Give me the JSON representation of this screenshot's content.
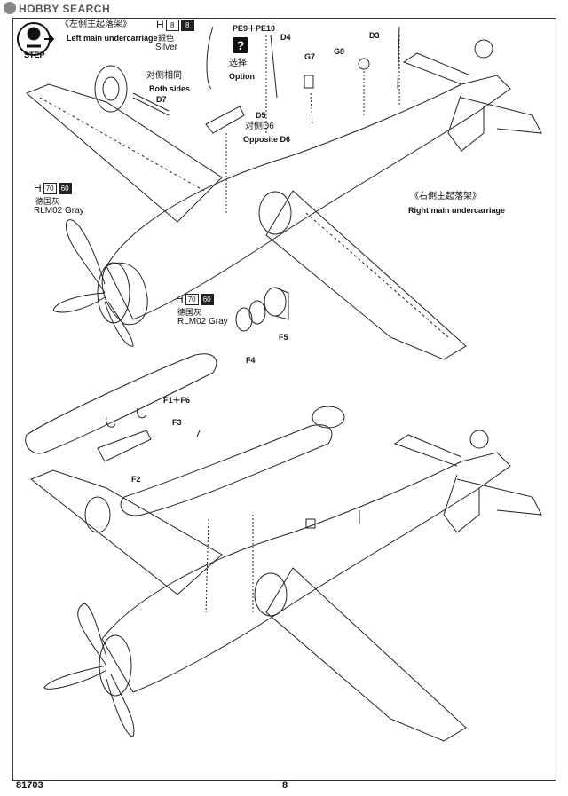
{
  "watermark": "HOBBY SEARCH",
  "step": {
    "label": "STEP",
    "icon": "step-badge-icon"
  },
  "callouts": {
    "left_uc_cn": "《左側主起落架》",
    "left_uc_en": "Left main undercarriage",
    "right_uc_cn": "《右側主起落架》",
    "right_uc_en": "Right main undercarriage",
    "both_sides_cn": "对侧相同",
    "both_sides_en": "Both sides",
    "option_cn": "选择",
    "option_en": "Option",
    "opposite_cn": "对侧D6",
    "opposite_en": "Opposite D6"
  },
  "colors": {
    "silver": {
      "h": "H",
      "code_a": "8",
      "code_b": "8",
      "cn": "銀色",
      "en": "Silver"
    },
    "rlm02_a": {
      "h": "H",
      "code_a": "70",
      "code_b": "60",
      "cn": "德国灰",
      "en": "RLM02 Gray"
    },
    "rlm02_b": {
      "h": "H",
      "code_a": "70",
      "code_b": "60",
      "cn": "德国灰",
      "en": "RLM02 Gray"
    }
  },
  "parts": {
    "d7": "D7",
    "pe": "PE9＋PE10",
    "d4": "D4",
    "d3": "D3",
    "g7": "G7",
    "g8": "G8",
    "d5": "D5",
    "f5": "F5",
    "f4": "F4",
    "f1f6": "F1＋F6",
    "f3": "F3",
    "f2": "F2"
  },
  "footer": {
    "kit_number": "81703",
    "page_number": "8"
  }
}
